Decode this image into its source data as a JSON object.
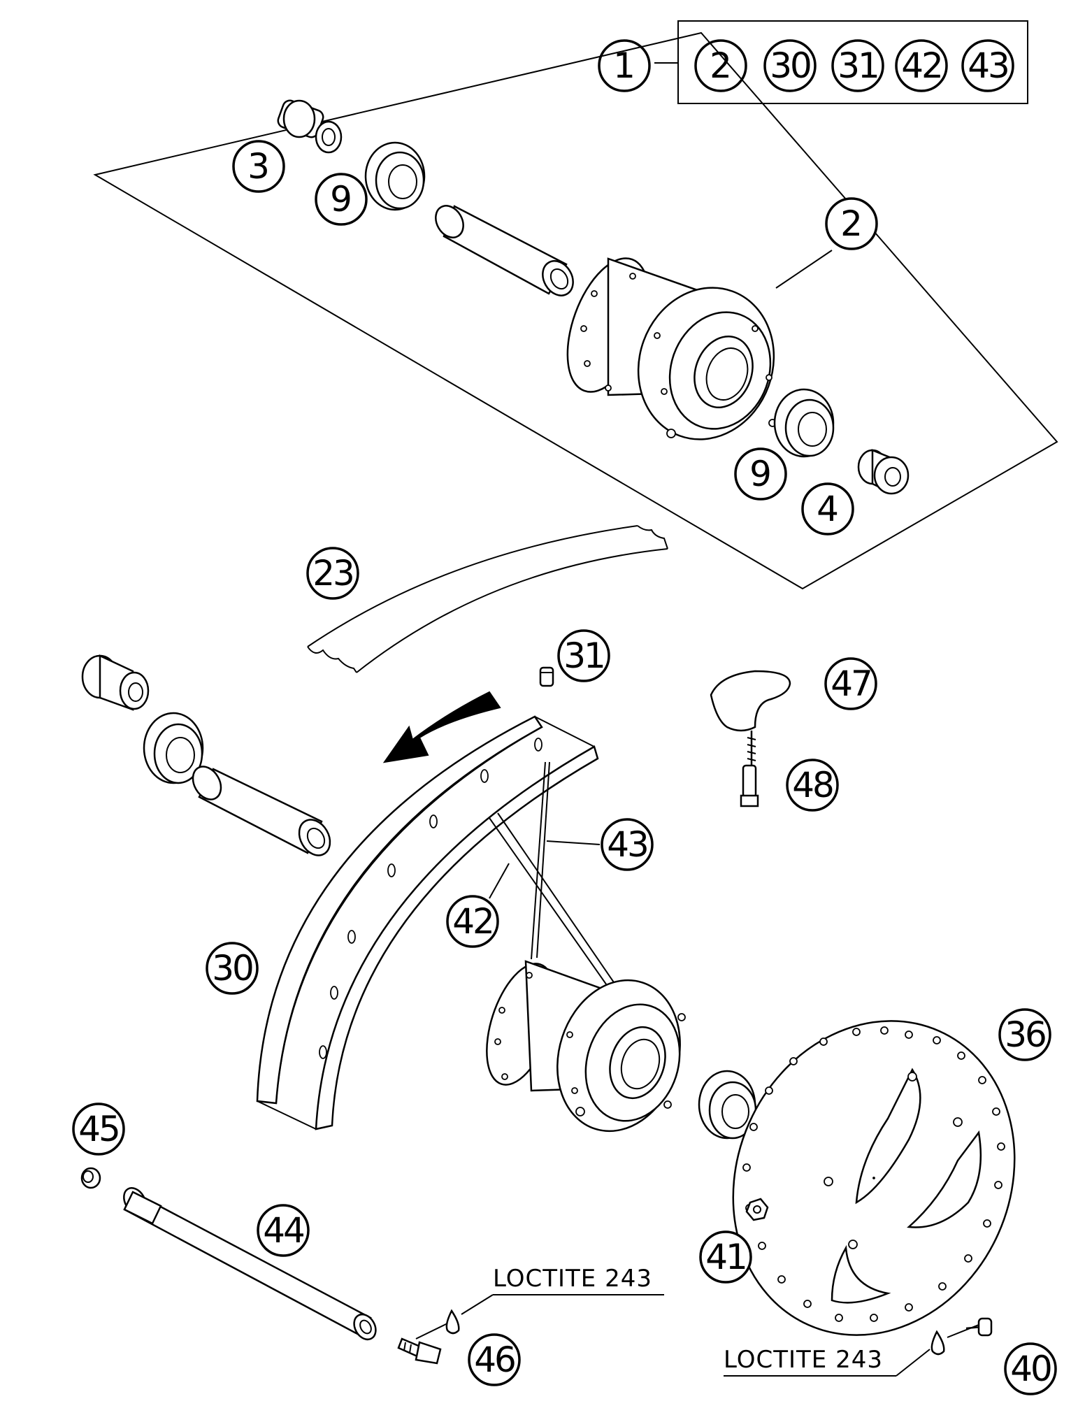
{
  "callouts": {
    "c1": "1",
    "c2_box": "2",
    "c30_box": "30",
    "c31_box": "31",
    "c42_box": "42",
    "c43_box": "43",
    "c3": "3",
    "c9_top": "9",
    "c2_hub": "2",
    "c9_bottom": "9",
    "c4": "4",
    "c23": "23",
    "c31": "31",
    "c47": "47",
    "c48": "48",
    "c43": "43",
    "c42": "42",
    "c30": "30",
    "c36": "36",
    "c45": "45",
    "c44": "44",
    "c41": "41",
    "c46": "46",
    "c40": "40"
  },
  "notes": {
    "loctite_left": "LOCTITE 243",
    "loctite_right": "LOCTITE 243"
  }
}
